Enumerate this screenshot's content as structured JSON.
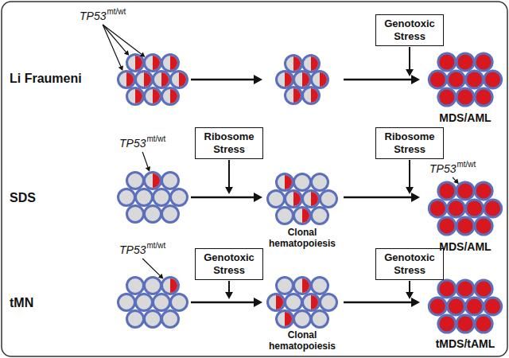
{
  "diagram": {
    "nodes": [
      {
        "text": [
          "Genotoxic Stress"
        ]
      },
      {
        "text": [
          "Ribosome Stress"
        ]
      },
      {
        "text": [
          "Ribosome Stress"
        ]
      },
      {
        "text": [
          "Genotoxic Stress"
        ]
      },
      {
        "text": [
          "Genotoxic Stress"
        ]
      }
    ],
    "labels": [
      "TP53",
      "mt/wt",
      "Li Fraumeni",
      "MDS/AML",
      "TP53",
      "mt/wt",
      "SDS",
      "Clonal hematopoiesis",
      "TP53",
      "mt/wt",
      "MDS/AML",
      "TP53",
      "mt/wt",
      "tMN",
      "Clonal hematopoiesis",
      "tMDS/tAML"
    ]
  }
}
